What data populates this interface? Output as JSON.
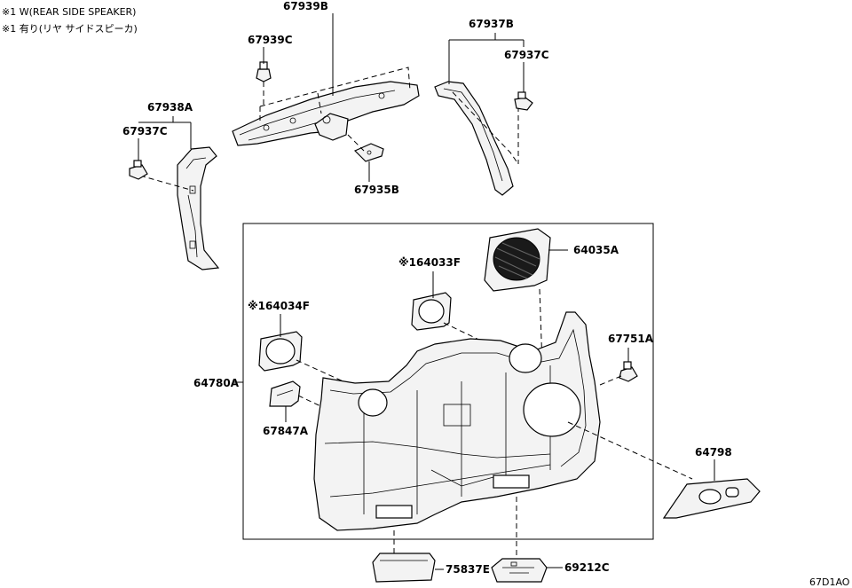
{
  "notes": {
    "line1": "※1 W(REAR SIDE SPEAKER)",
    "line2": "※1 有り(リヤ サイドスピーカ)"
  },
  "labels": {
    "p67939B": "67939B",
    "p67939C": "67939C",
    "p67937B": "67937B",
    "p67937C_top": "67937C",
    "p67938A": "67938A",
    "p67937C_left": "67937C",
    "p67935B": "67935B",
    "p64035A": "64035A",
    "p64033F": "※164033F",
    "p64034F": "※164034F",
    "p67751A": "67751A",
    "p64780A": "64780A",
    "p67847A": "67847A",
    "p64798": "64798",
    "p75837E": "75837E",
    "p69212C": "69212C"
  },
  "diagram_code": "67D1AO"
}
